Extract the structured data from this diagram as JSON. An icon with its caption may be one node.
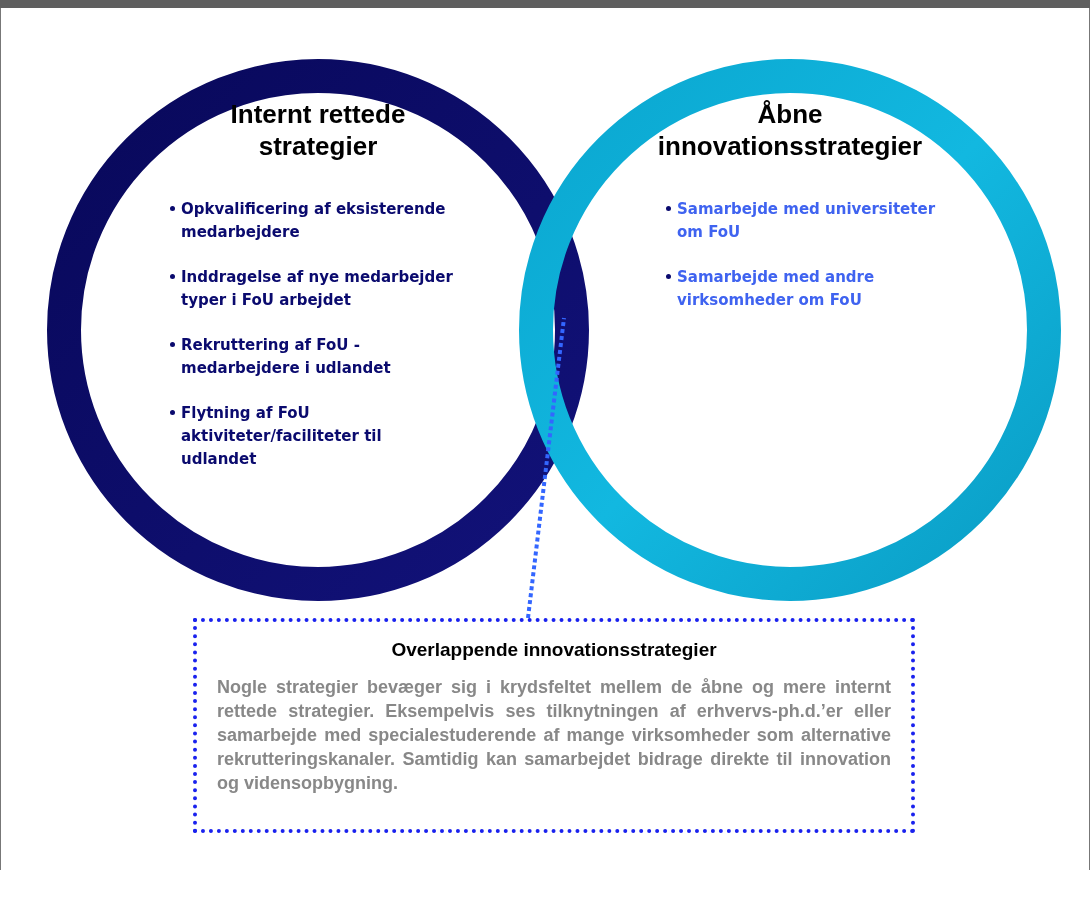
{
  "diagram": {
    "nodes": [
      {
        "text": [
          "Internt rettede strategier",
          "Opkvalificering af eksisterende medarbejdere",
          "Inddragelse af nye medarbejder typer i FoU arbejdet",
          "Rekruttering af FoU - medarbejdere i udlandet",
          "Flytning af FoU aktiviteter/faciliteter til udlandet"
        ]
      },
      {
        "text": [
          "Åbne innovationsstrategier",
          "Samarbejde med universiteter om FoU",
          "Samarbejde med andre virksomheder om FoU"
        ]
      },
      {
        "text": [
          "Overlappende innovationsstrategier",
          "Nogle strategier bevæger sig i krydsfeltet mellem de åbne og mere internt rettede strategier. Eksempelvis ses tilknytningen af erhvervs-ph.d.’er eller samarbejde med specialestuderende af mange virksomheder som alternative rekrutteringskanaler. Samtidig kan samarbejdet bidrage direkte til innovation og vidensopbygning."
        ]
      }
    ],
    "edges": [
      {
        "from": 2,
        "to": 1,
        "arrow": "none",
        "style": "dashed",
        "color": "#3366ff"
      }
    ]
  }
}
